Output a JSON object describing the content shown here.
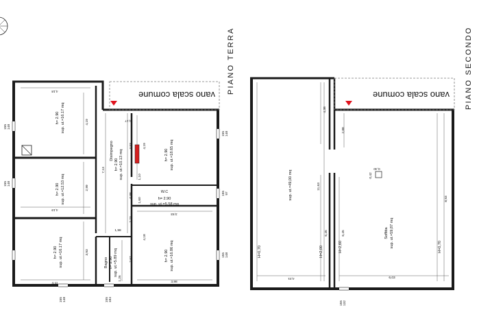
{
  "floors": {
    "piano_terra": "PIANO TERRA",
    "piano_secondo": "PIANO SECONDO"
  },
  "stair_label": "vano scala comune",
  "colors": {
    "wall": "#1a1a1a",
    "marker": "#e0141e",
    "chimney": "#d42020"
  },
  "ground": {
    "rooms": [
      {
        "h": "h= 2.90",
        "sup": "sup. ut.=16.17 mq"
      },
      {
        "h": "h= 2.90",
        "sup": "sup. ut.=12.53 mq"
      },
      {
        "h": "h= 2.90",
        "sup": "sup. ut.=16.17 mq"
      },
      {
        "h": "h= 2.90",
        "sup": "sup. ut.=18.65 mq"
      },
      {
        "h": "h= 2.90",
        "sup": "sup. ut.=16.86 mq"
      }
    ],
    "disimpegno": {
      "name": "Disimpegno",
      "h": "h= 2.90",
      "sup": "sup. ut.=10.13 mq"
    },
    "wc": {
      "name": "W.C",
      "h": "h= 2.90",
      "sup": "sup. ut.=5.58 mq"
    },
    "bagno": {
      "name": "Bagno",
      "h": "h= 2.90",
      "sup": "sup. ut.=5.89 mq"
    },
    "dims": [
      "4,18",
      "4,19",
      "4,19",
      "2,99",
      "3,93",
      "4,11",
      "7,13",
      "0,17",
      "3,93",
      "4,19",
      "1,10",
      "0,88",
      "2,23",
      "1,60",
      "1,98",
      "4,18",
      "3,98",
      "2,67",
      "1,26",
      "3,93",
      "3,98"
    ],
    "windows": [
      "155",
      "155",
      "155",
      "155",
      "155",
      "155",
      "155",
      "155"
    ],
    "windows_sub": [
      "148",
      "148",
      "148",
      "148",
      "148",
      "97",
      "148",
      "184"
    ]
  },
  "second": {
    "left": {
      "h_left": "H=0,70",
      "h_right": "H=2,00",
      "sup": "sup. ut.=49,00 mq"
    },
    "right": {
      "name": "Soffitta",
      "h_left": "H=2,60",
      "h_right": "H=0,70",
      "sup": "sup. ut.=59,87 mq"
    },
    "dims": [
      "4,38",
      "11,63",
      "6,45",
      "6,45",
      "2,88",
      "8,93",
      "4,21",
      "6,03",
      "0,42",
      "0,40"
    ],
    "window": "155",
    "window_sub": "132"
  }
}
